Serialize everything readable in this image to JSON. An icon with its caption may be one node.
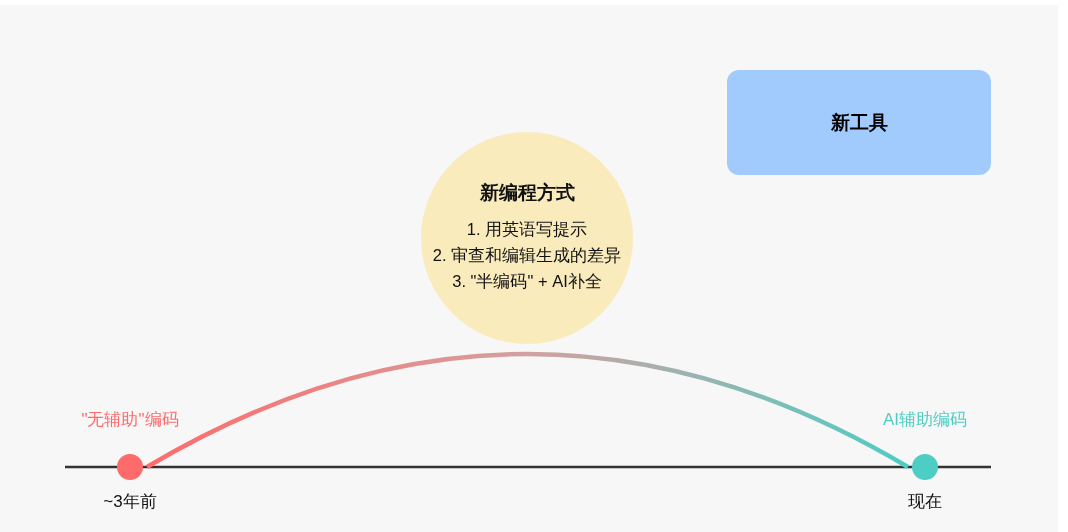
{
  "diagram": {
    "nodes": [
      {
        "text": [],
        "shape": "circle",
        "beside": [
          "\"无辅助\"编码",
          "~3年前"
        ]
      },
      {
        "text": [],
        "shape": "circle",
        "beside": [
          "AI辅助编码",
          "现在"
        ]
      },
      {
        "text": [
          "新编程方式",
          "1. 用英语写提示",
          "2. 审查和编辑生成的差异",
          "3. \"半编码\" + AI补全"
        ]
      },
      {
        "text": [
          "新工具"
        ]
      }
    ],
    "edges": [
      {
        "from": 0,
        "to": 1,
        "arrow": "none"
      }
    ]
  }
}
